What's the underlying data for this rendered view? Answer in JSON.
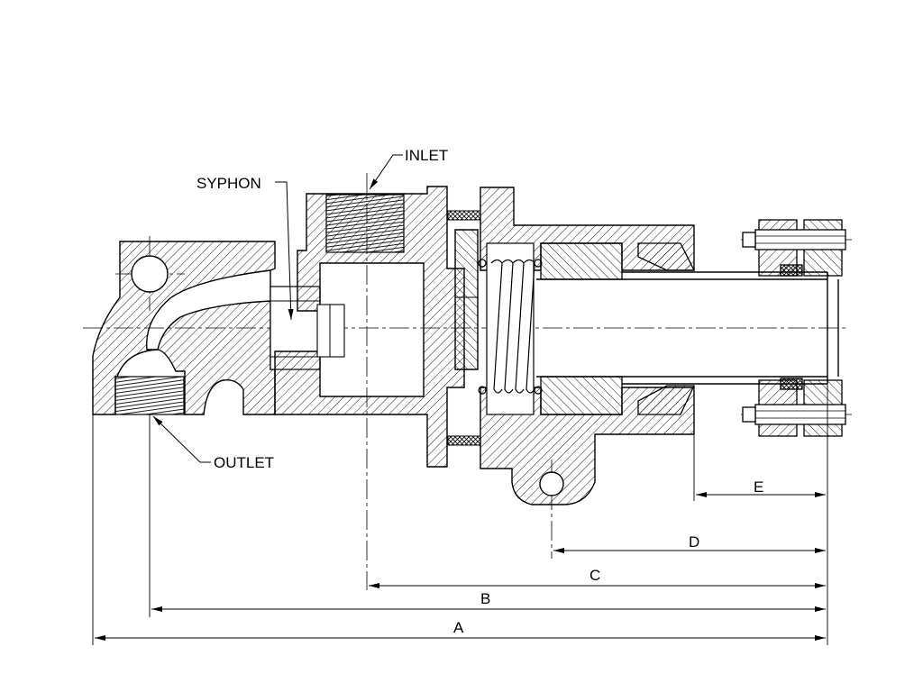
{
  "drawing": {
    "title": "",
    "callouts": {
      "inlet": "INLET",
      "syphon": "SYPHON",
      "outlet": "OUTLET"
    },
    "dimensions": {
      "a": "A",
      "b": "B",
      "c": "C",
      "d": "D",
      "e": "E"
    }
  }
}
